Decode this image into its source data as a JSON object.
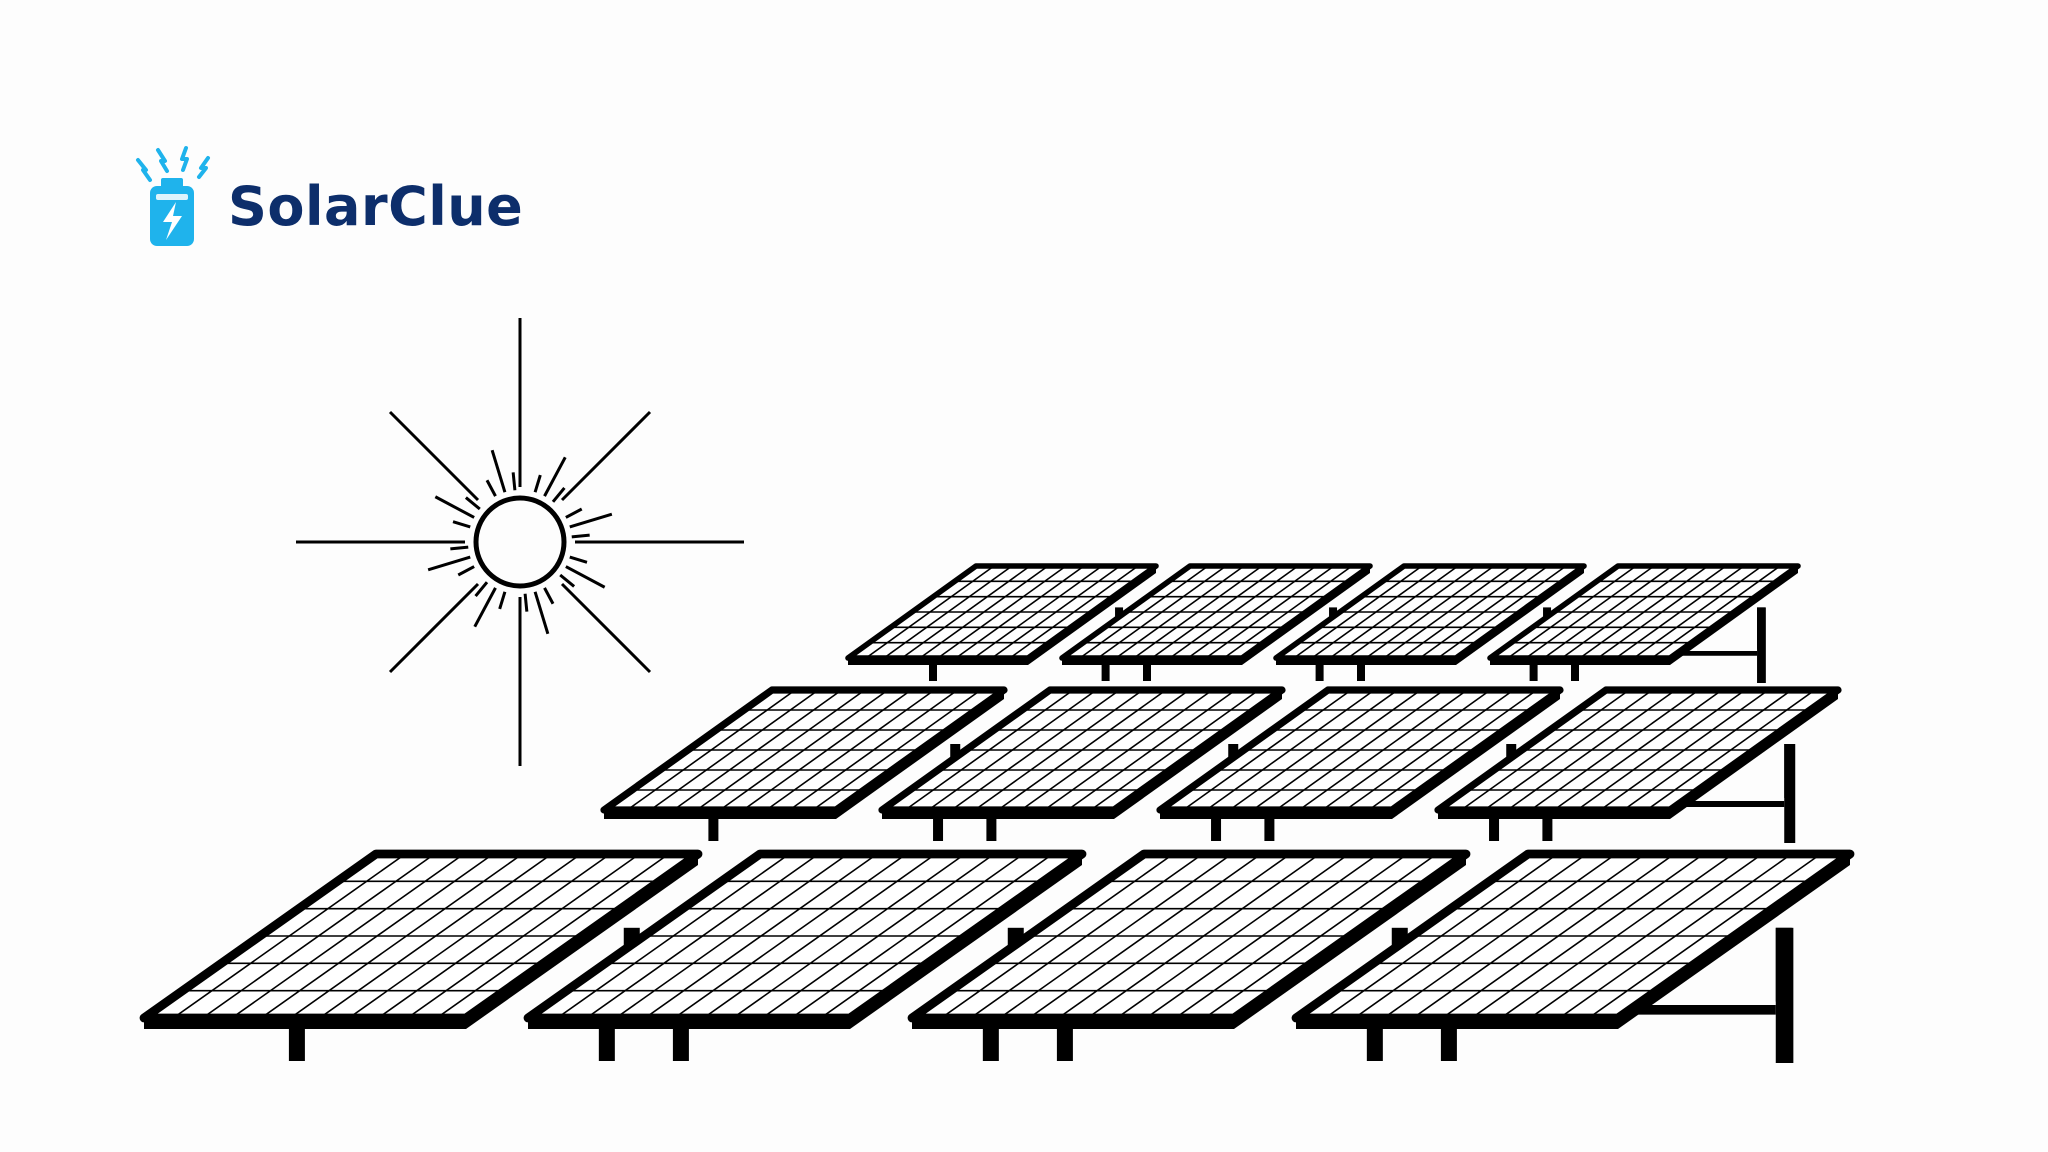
{
  "brand": {
    "name": "SolarClue",
    "icon": "battery-bolt-icon",
    "primary_color": "#0d2e6b",
    "accent_color": "#1fb3ec"
  },
  "illustration": {
    "sun_icon": "sun-icon",
    "panel_icon": "solar-panel-icon",
    "rows": [
      {
        "name": "back-row",
        "panel_count": 4
      },
      {
        "name": "middle-row",
        "panel_count": 4
      },
      {
        "name": "front-row",
        "panel_count": 4
      }
    ],
    "line_color": "#000000"
  }
}
